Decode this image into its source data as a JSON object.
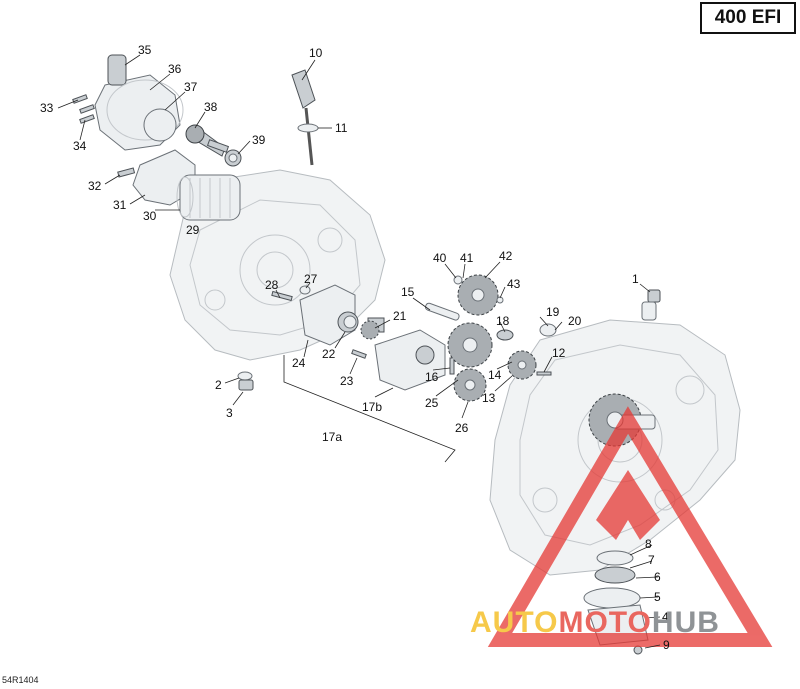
{
  "edition_label": "400 EFI",
  "diagram_id": "54R1404",
  "watermark": {
    "part1": "AUTO",
    "part2": "MOTO",
    "part3": "HUB"
  },
  "colors": {
    "watermark_red": "#e53935",
    "watermark_yellow": "#f6c94a",
    "watermark_gray": "#8f9396",
    "line": "#222222"
  },
  "callouts": [
    {
      "id": "c35",
      "text": "35"
    },
    {
      "id": "c36",
      "text": "36"
    },
    {
      "id": "c37",
      "text": "37"
    },
    {
      "id": "c38",
      "text": "38"
    },
    {
      "id": "c33",
      "text": "33"
    },
    {
      "id": "c34",
      "text": "34"
    },
    {
      "id": "c39",
      "text": "39"
    },
    {
      "id": "c32",
      "text": "32"
    },
    {
      "id": "c31",
      "text": "31"
    },
    {
      "id": "c30",
      "text": "30"
    },
    {
      "id": "c29",
      "text": "29"
    },
    {
      "id": "c10",
      "text": "10"
    },
    {
      "id": "c11",
      "text": "11"
    },
    {
      "id": "c28",
      "text": "28"
    },
    {
      "id": "c27",
      "text": "27"
    },
    {
      "id": "c40",
      "text": "40"
    },
    {
      "id": "c41",
      "text": "41"
    },
    {
      "id": "c42",
      "text": "42"
    },
    {
      "id": "c43",
      "text": "43"
    },
    {
      "id": "c15",
      "text": "15"
    },
    {
      "id": "c21",
      "text": "21"
    },
    {
      "id": "c18",
      "text": "18"
    },
    {
      "id": "c19",
      "text": "19"
    },
    {
      "id": "c20",
      "text": "20"
    },
    {
      "id": "c1",
      "text": "1"
    },
    {
      "id": "c24",
      "text": "24"
    },
    {
      "id": "c22",
      "text": "22"
    },
    {
      "id": "c23",
      "text": "23"
    },
    {
      "id": "c16",
      "text": "16"
    },
    {
      "id": "c12",
      "text": "12"
    },
    {
      "id": "c14",
      "text": "14"
    },
    {
      "id": "c2",
      "text": "2"
    },
    {
      "id": "c3",
      "text": "3"
    },
    {
      "id": "c17b",
      "text": "17b"
    },
    {
      "id": "c25",
      "text": "25"
    },
    {
      "id": "c13",
      "text": "13"
    },
    {
      "id": "c17a",
      "text": "17a"
    },
    {
      "id": "c26",
      "text": "26"
    },
    {
      "id": "c8",
      "text": "8"
    },
    {
      "id": "c7",
      "text": "7"
    },
    {
      "id": "c6",
      "text": "6"
    },
    {
      "id": "c5",
      "text": "5"
    },
    {
      "id": "c4",
      "text": "4"
    },
    {
      "id": "c9",
      "text": "9"
    }
  ]
}
